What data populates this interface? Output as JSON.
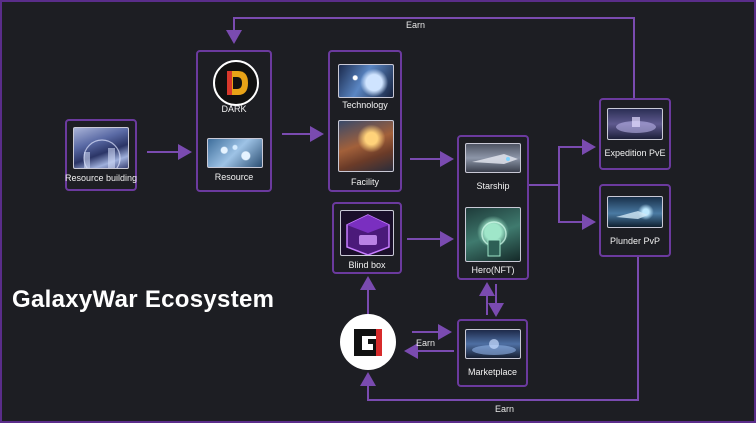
{
  "title": "GalaxyWar Ecosystem",
  "colors": {
    "border": "#6b3a9e",
    "arrow": "#7a4bb0",
    "background": "#1d1e23",
    "text": "#f2f2f2"
  },
  "nodes": {
    "resource_building": {
      "label": "Resource building",
      "icon": "city-dome-image"
    },
    "dark": {
      "label": "DARK",
      "icon": "dark-token-logo"
    },
    "resource": {
      "label": "Resource",
      "icon": "water-droplets-image"
    },
    "technology": {
      "label": "Technology",
      "icon": "space-nebula-image"
    },
    "facility": {
      "label": "Facility",
      "icon": "crowd-battle-image"
    },
    "starship": {
      "label": "Starship",
      "icon": "starship-image"
    },
    "hero": {
      "label": "Hero(NFT)",
      "icon": "hero-mech-image"
    },
    "blind_box": {
      "label": "Blind box",
      "icon": "blind-box-image"
    },
    "expedition": {
      "label": "Expedition PvE",
      "icon": "space-station-image"
    },
    "plunder": {
      "label": "Plunder PvP",
      "icon": "space-battle-image"
    },
    "marketplace": {
      "label": "Marketplace",
      "icon": "space-base-image"
    },
    "galaxywar_logo": {
      "icon": "galaxywar-g-logo"
    }
  },
  "edges": {
    "earn_top": "Earn",
    "earn_mid": "Earn",
    "earn_bottom": "Earn"
  }
}
